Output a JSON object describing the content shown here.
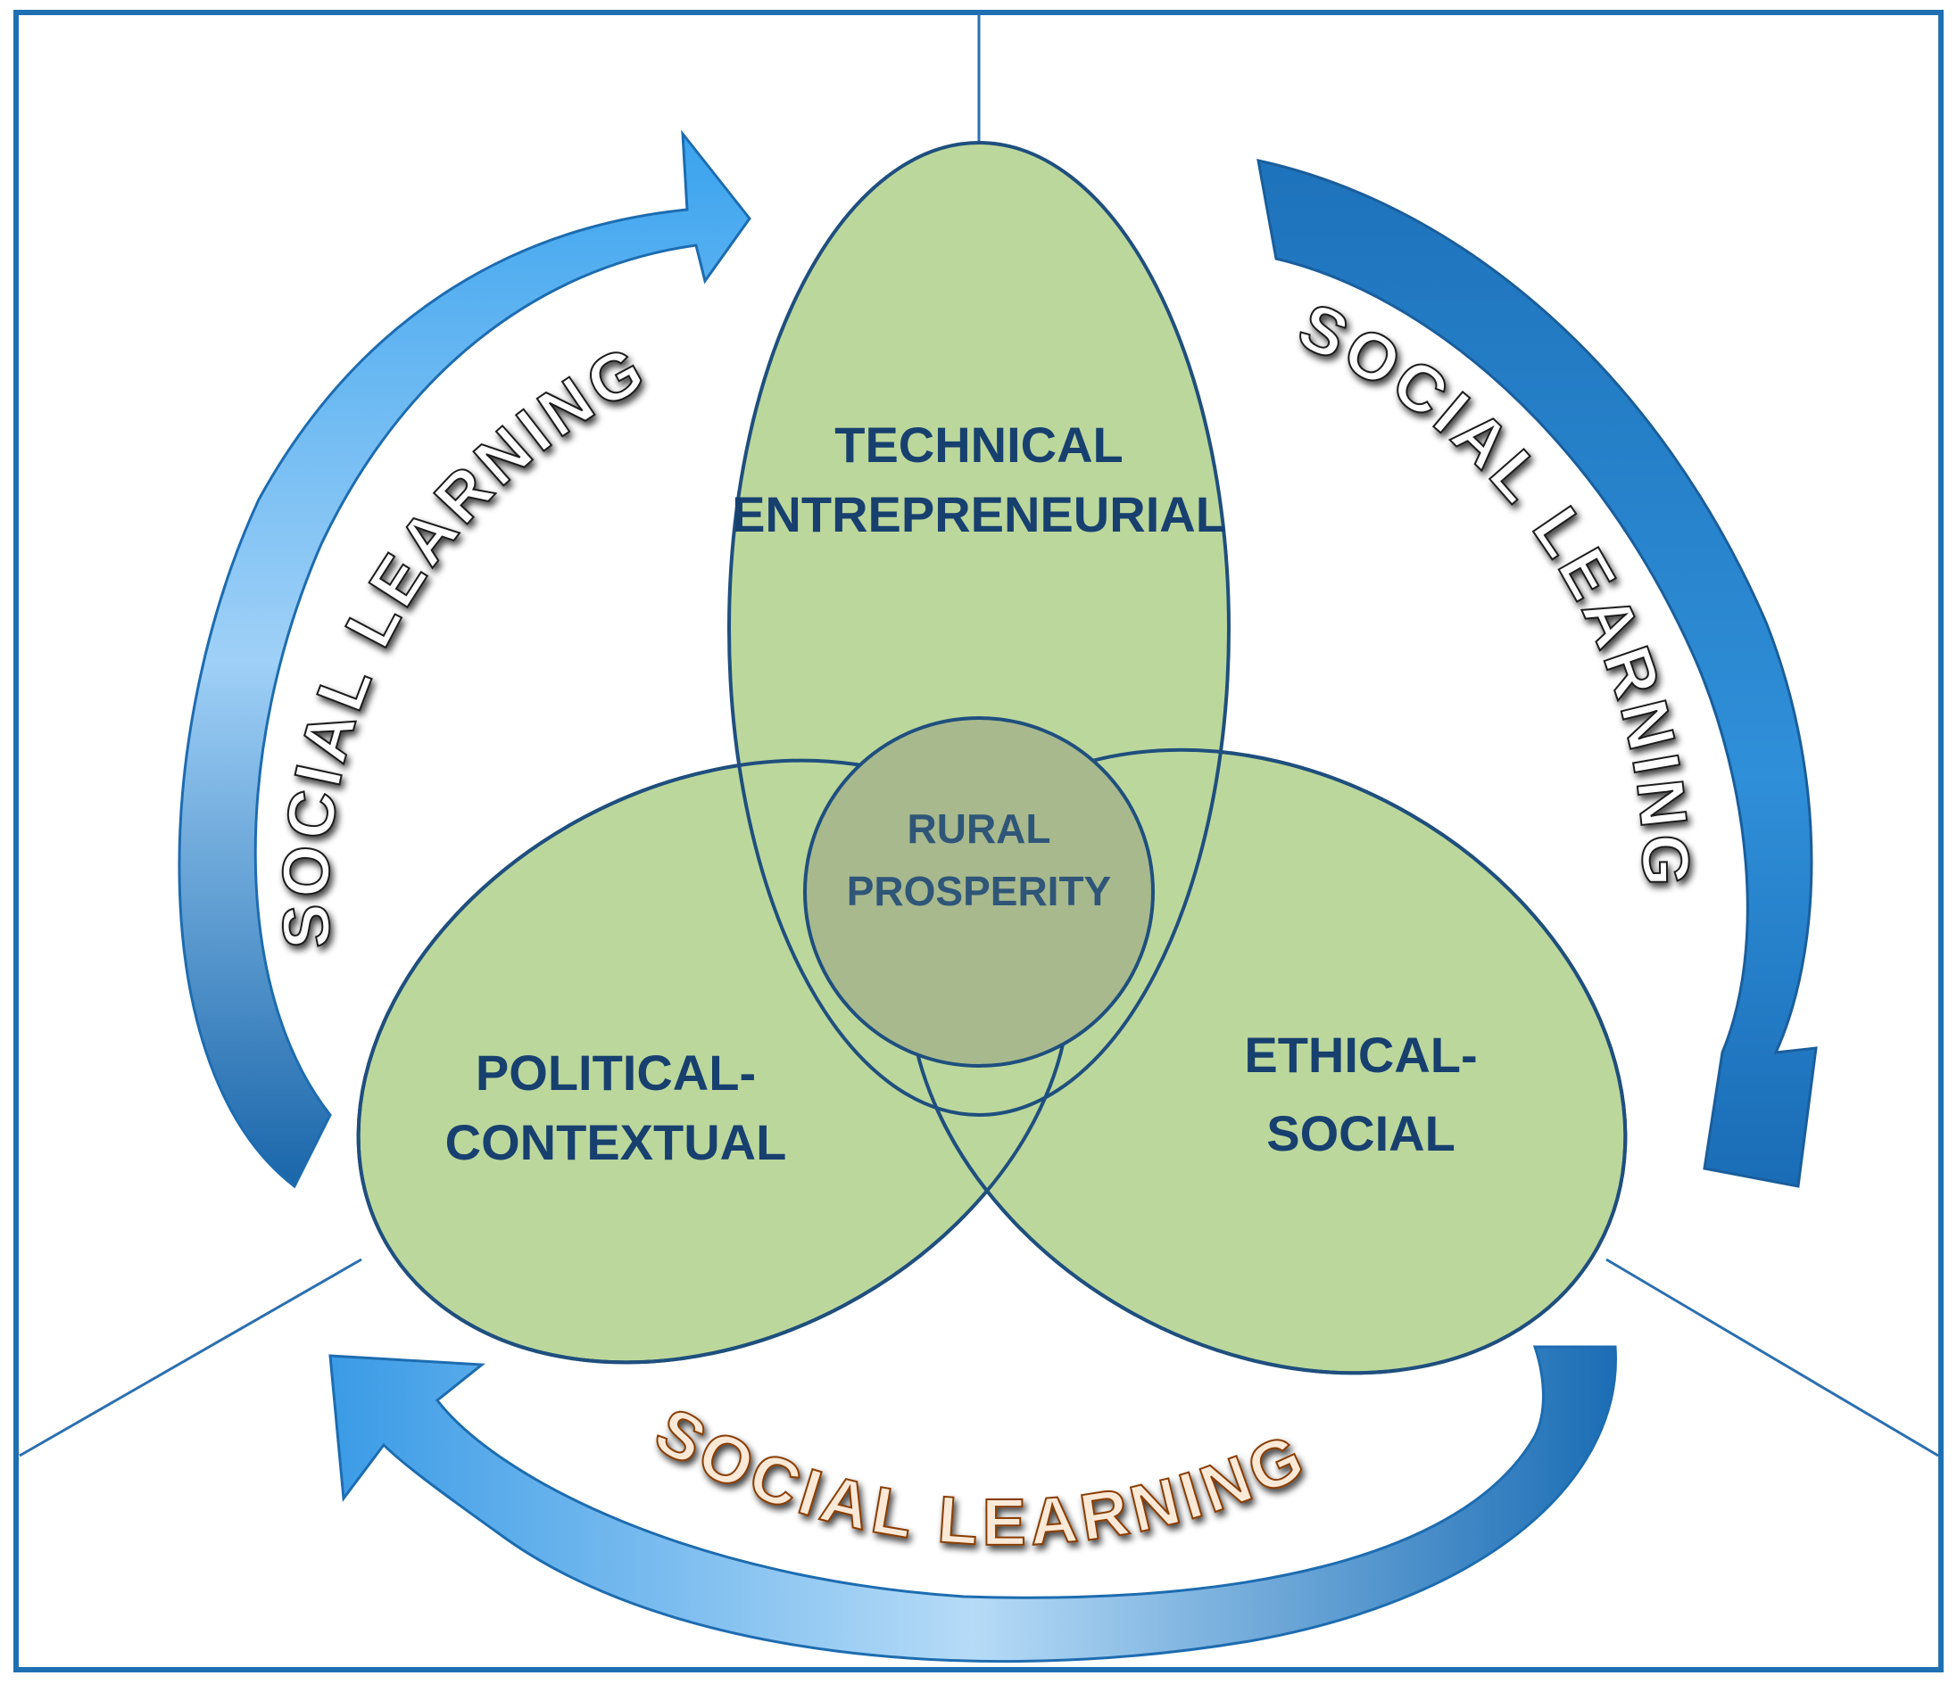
{
  "diagram": {
    "lobes": {
      "technical": {
        "line1": "TECHNICAL",
        "line2": "ENTREPRENEURIAL"
      },
      "political": {
        "line1": "POLITICAL-",
        "line2": "CONTEXTUAL"
      },
      "ethical": {
        "line1": "ETHICAL-",
        "line2": "SOCIAL"
      }
    },
    "center": {
      "line1": "RURAL",
      "line2": "PROSPERITY"
    },
    "cycle_labels": {
      "left": "SOCIAL LEARNING",
      "right": "SOCIAL LEARNING",
      "bottom": "SOCIAL LEARNING"
    },
    "colors": {
      "frame": "#1f6fb3",
      "lobe_fill": "#bcd79c",
      "lobe_stroke": "#1f4f7e",
      "center_fill": "#a8b98e",
      "arrow": "#2a86d0",
      "text_dark": "#17406f",
      "text_orange": "#c56a1e"
    }
  }
}
